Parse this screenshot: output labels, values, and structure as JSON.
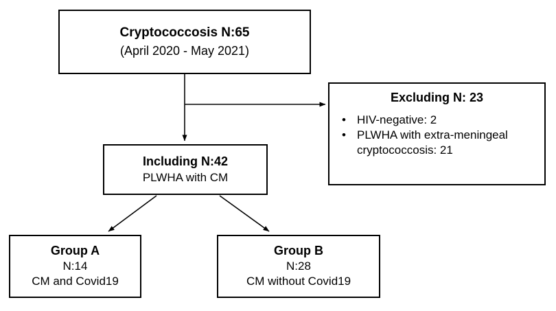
{
  "diagram": {
    "type": "patient-flow-diagram",
    "background_color": "#ffffff",
    "line_color": "#000000",
    "text_color": "#000000",
    "nodes": {
      "cryptococcosis": {
        "title": "Cryptococcosis N:65",
        "subtitle": "(April 2020 - May 2021)"
      },
      "excluding": {
        "title": "Excluding N: 23",
        "bullets": [
          "HIV-negative:  2",
          "PLWHA with extra-meningeal cryptococcosis: 21"
        ],
        "bullet_glyph": "•"
      },
      "including": {
        "title": "Including N:42",
        "subtitle": "PLWHA with CM"
      },
      "group_a": {
        "title": "Group A",
        "count": "N:14",
        "description": "CM and Covid19"
      },
      "group_b": {
        "title": "Group B",
        "count": "N:28",
        "description": "CM without Covid19"
      }
    },
    "connectors": [
      {
        "from": "cryptococcosis",
        "to": "excluding",
        "style": "elbow-right-arrow"
      },
      {
        "from": "cryptococcosis",
        "to": "including",
        "style": "vertical-arrow"
      },
      {
        "from": "including",
        "to": "group_a",
        "style": "diagonal-arrow-left"
      },
      {
        "from": "including",
        "to": "group_b",
        "style": "diagonal-arrow-right"
      }
    ]
  }
}
